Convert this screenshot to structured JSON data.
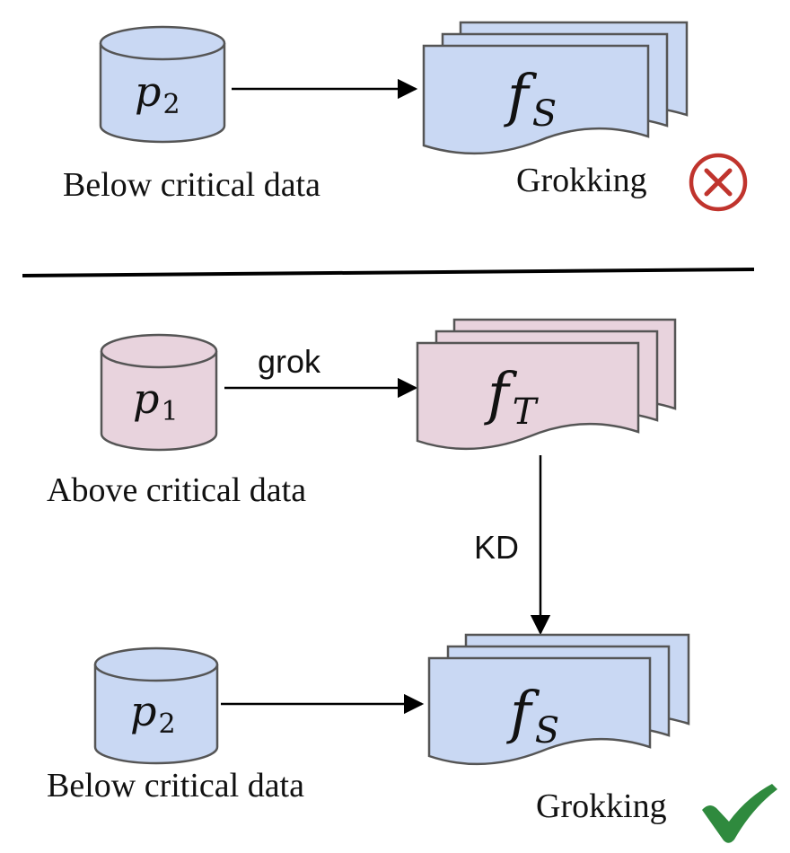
{
  "colors": {
    "student_fill": "#c9d8f3",
    "teacher_fill": "#e8d3dd",
    "stroke": "#555555",
    "cross": "#c0342d",
    "check": "#2f8a3e"
  },
  "top": {
    "db_label_main": "p",
    "db_label_sub": "2",
    "db_caption": "Below critical data",
    "model_main": "f",
    "model_sub": "S",
    "result_label": "Grokking",
    "result_icon": "cross-circle-icon"
  },
  "bottom": {
    "teacher_db_main": "p",
    "teacher_db_sub": "1",
    "teacher_db_caption": "Above critical data",
    "teacher_arrow_label": "grok",
    "teacher_model_main": "f",
    "teacher_model_sub": "T",
    "kd_label": "KD",
    "student_db_main": "p",
    "student_db_sub": "2",
    "student_db_caption": "Below critical data",
    "student_model_main": "f",
    "student_model_sub": "S",
    "result_label": "Grokking",
    "result_icon": "check-icon"
  }
}
